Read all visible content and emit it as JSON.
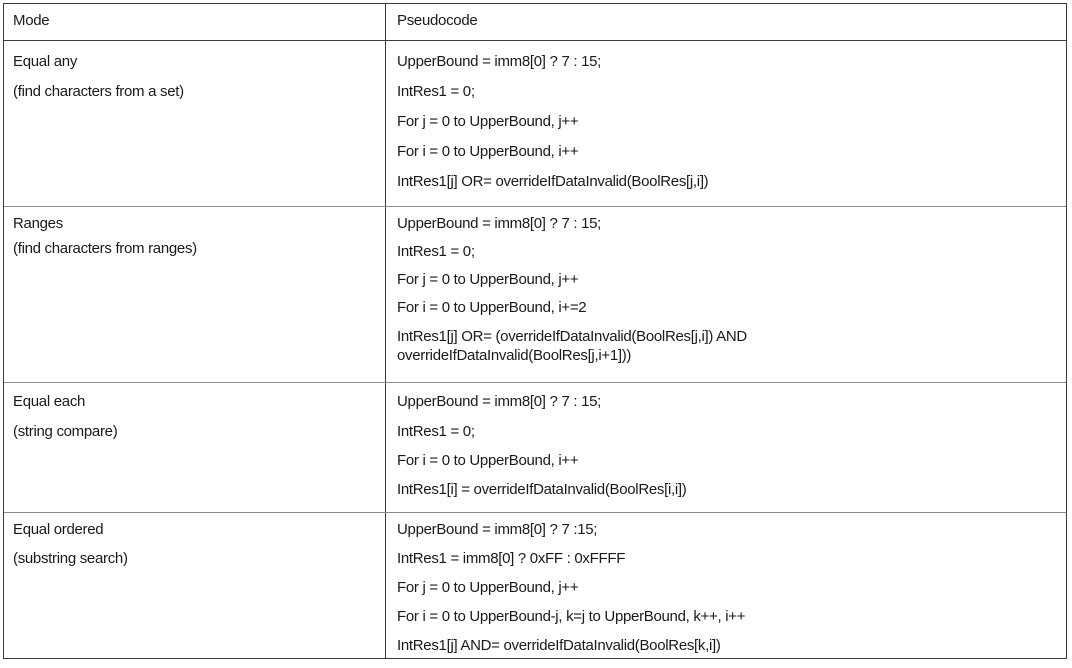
{
  "headers": {
    "mode": "Mode",
    "pseudocode": "Pseudocode"
  },
  "rows": [
    {
      "mode": "Equal any",
      "description": "(find characters from a set)",
      "lines": [
        "UpperBound = imm8[0] ? 7 : 15;",
        "IntRes1 = 0;",
        "For j = 0 to UpperBound, j++",
        "For i = 0 to UpperBound, i++",
        "IntRes1[j] OR= overrideIfDataInvalid(BoolRes[j,i])"
      ]
    },
    {
      "mode": "Ranges",
      "description": "(find characters from ranges)",
      "lines": [
        "UpperBound = imm8[0] ? 7 : 15;",
        "IntRes1 = 0;",
        "For j = 0 to UpperBound, j++",
        "For i = 0 to UpperBound, i+=2",
        "IntRes1[j] OR= (overrideIfDataInvalid(BoolRes[j,i]) AND",
        "overrideIfDataInvalid(BoolRes[j,i+1]))"
      ]
    },
    {
      "mode": "Equal each",
      "description": "(string compare)",
      "lines": [
        "UpperBound = imm8[0] ? 7 : 15;",
        "IntRes1 = 0;",
        "For i = 0 to UpperBound, i++",
        "IntRes1[i] = overrideIfDataInvalid(BoolRes[i,i])"
      ]
    },
    {
      "mode": "Equal ordered",
      "description": "(substring search)",
      "lines": [
        "UpperBound = imm8[0] ? 7 :15;",
        "IntRes1 = imm8[0] ? 0xFF : 0xFFFF",
        "For j = 0 to UpperBound, j++",
        "For i = 0 to UpperBound-j, k=j to UpperBound, k++, i++",
        "IntRes1[j] AND= overrideIfDataInvalid(BoolRes[k,i])"
      ]
    }
  ]
}
